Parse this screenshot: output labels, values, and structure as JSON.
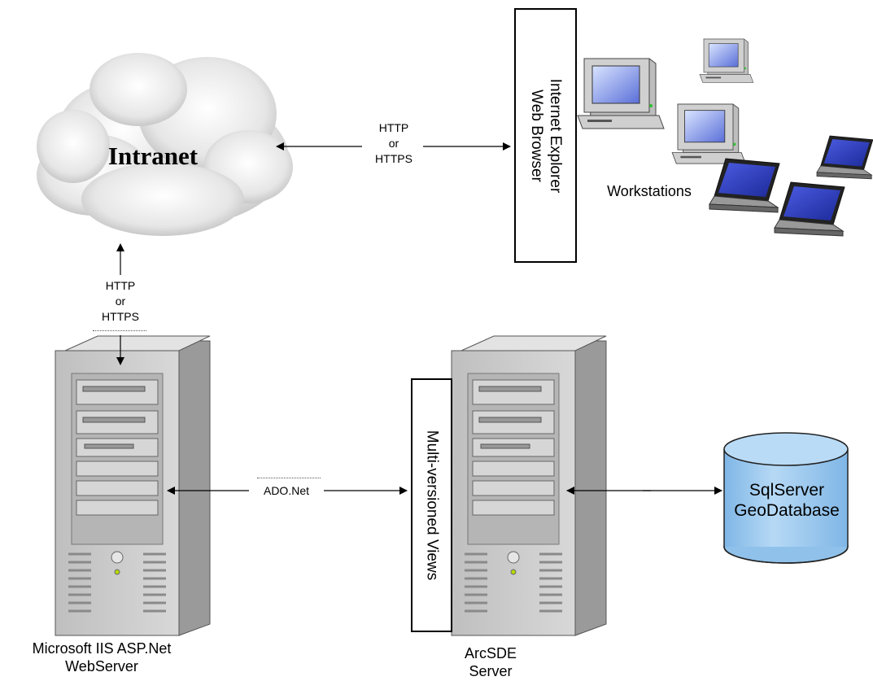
{
  "cloud": {
    "label": "Intranet"
  },
  "links": {
    "intranet_browser": {
      "line1": "HTTP",
      "line2": "or",
      "line3": "HTTPS"
    },
    "intranet_webserver": {
      "line1": "HTTP",
      "line2": "or",
      "line3": "HTTPS"
    },
    "webserver_arcsde": {
      "label": "ADO.Net"
    }
  },
  "browser_box": {
    "line1": "Internet Explorer",
    "line2": "Web Browser"
  },
  "workstations": {
    "label": "Workstations"
  },
  "views_box": {
    "label": "Multi-versioned Views"
  },
  "webserver": {
    "line1": "Microsoft IIS ASP.Net",
    "line2": "WebServer"
  },
  "arcsde": {
    "line1": "ArcSDE",
    "line2": "Server"
  },
  "database": {
    "line1": "SqlServer",
    "line2": "GeoDatabase"
  },
  "colors": {
    "db_fill": "#a6cff0",
    "screen": "#2f3ec9",
    "tower": "#c8c8c8"
  }
}
